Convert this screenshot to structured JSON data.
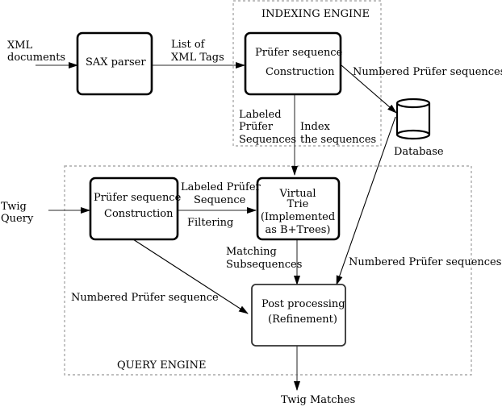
{
  "groups": {
    "indexing": "INDEXING ENGINE",
    "query": "QUERY ENGINE"
  },
  "nodes": {
    "sax": [
      "SAX parser"
    ],
    "idx_prufer": [
      "Prüfer sequence",
      "Construction"
    ],
    "query_prufer": [
      "Prüfer sequence",
      "Construction"
    ],
    "trie": [
      "Virtual",
      "Trie",
      "(Implemented",
      "as B+Trees)"
    ],
    "post": [
      "Post processing",
      "(Refinement)"
    ],
    "database": "Database"
  },
  "labels": {
    "xml_docs": [
      "XML",
      "documents"
    ],
    "list_tags": [
      "List of",
      "XML Tags"
    ],
    "numbered_top": "Numbered Prüfer sequences",
    "labeled_seq": [
      "Labeled",
      "Prüfer",
      "Sequences"
    ],
    "index_seq": [
      "Index",
      "the sequences"
    ],
    "twig_query": [
      "Twig",
      "Query"
    ],
    "labeled_prufer_seq": [
      "Labeled Prüfer",
      "Sequence"
    ],
    "filtering": "Filtering",
    "matching": [
      "Matching",
      "Subsequences"
    ],
    "numbered_right": "Numbered Prüfer sequences",
    "numbered_left": "Numbered Prüfer sequence",
    "twig_matches": "Twig Matches"
  }
}
